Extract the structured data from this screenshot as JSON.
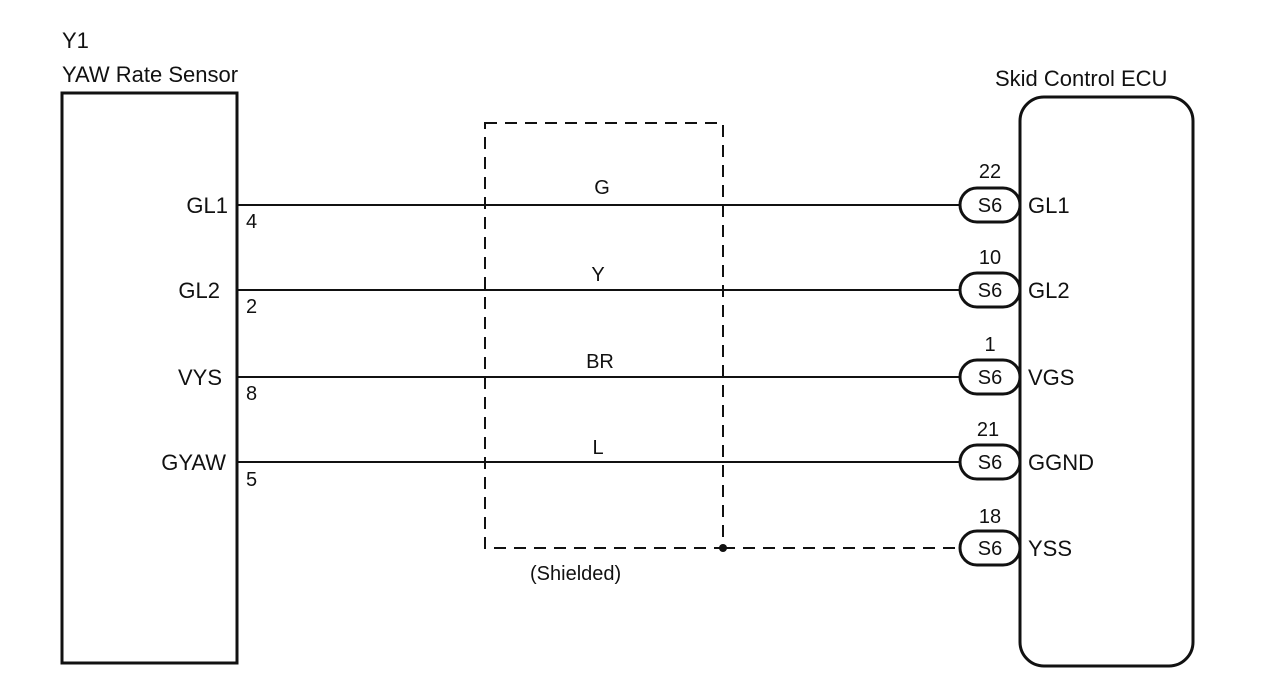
{
  "left_component": {
    "id": "Y1",
    "name": "YAW Rate Sensor"
  },
  "right_component": {
    "name": "Skid Control ECU"
  },
  "shield": {
    "label": "(Shielded)"
  },
  "wires": [
    {
      "left_terminal": "GL1",
      "left_pin": "4",
      "color": "G",
      "right_pin": "22",
      "connector": "S6",
      "right_terminal": "GL1"
    },
    {
      "left_terminal": "GL2",
      "left_pin": "2",
      "color": "Y",
      "right_pin": "10",
      "connector": "S6",
      "right_terminal": "GL2"
    },
    {
      "left_terminal": "VYS",
      "left_pin": "8",
      "color": "BR",
      "right_pin": "1",
      "connector": "S6",
      "right_terminal": "VGS"
    },
    {
      "left_terminal": "GYAW",
      "left_pin": "5",
      "color": "L",
      "right_pin": "21",
      "connector": "S6",
      "right_terminal": "GGND"
    }
  ],
  "shield_ground": {
    "right_pin": "18",
    "connector": "S6",
    "right_terminal": "YSS"
  }
}
